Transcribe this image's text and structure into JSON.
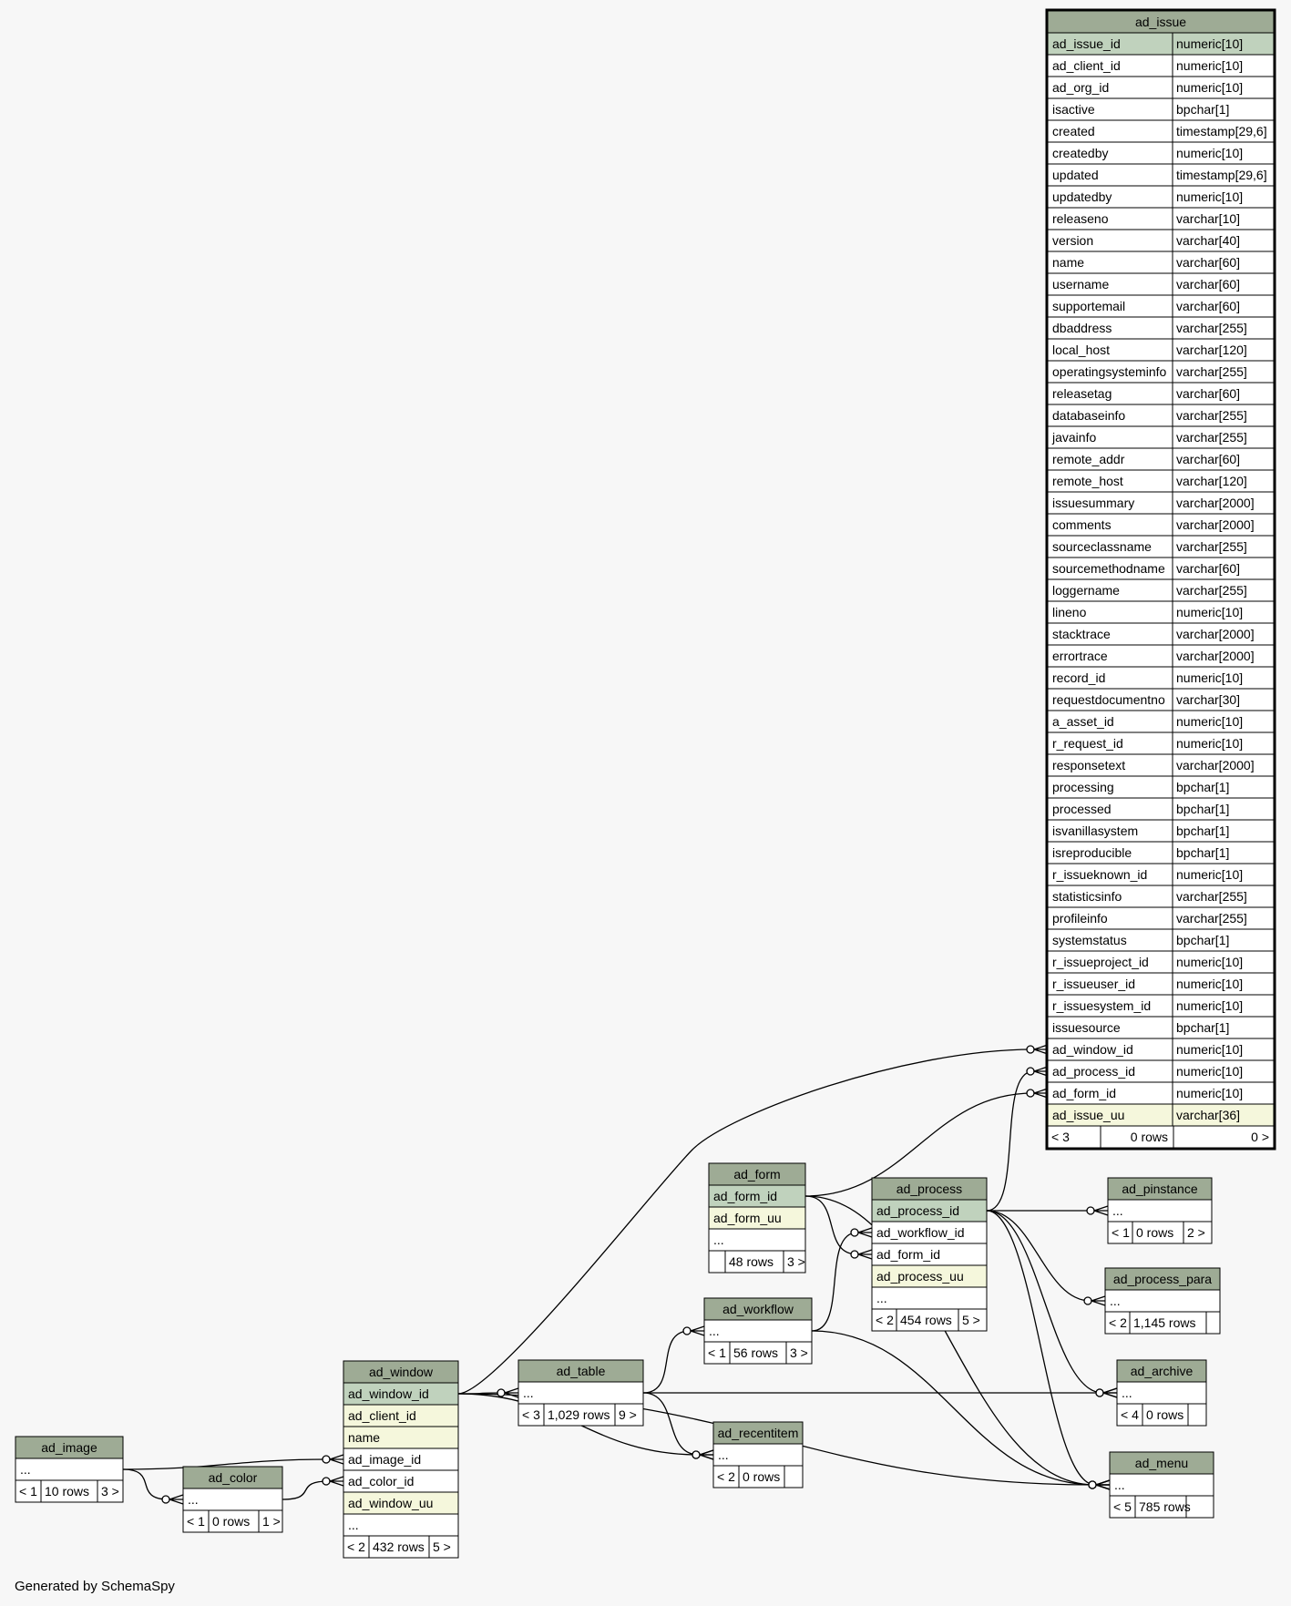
{
  "footer": "Generated by SchemaSpy",
  "colors": {
    "header": "#9eab95",
    "pk": "#c0d2bd",
    "uu": "#f5f7dc",
    "row": "#ffffff",
    "border": "#000000",
    "background": "#f7f7f7"
  },
  "tables": {
    "ad_issue": {
      "name": "ad_issue",
      "columns": [
        {
          "name": "ad_issue_id",
          "type": "numeric[10]",
          "kind": "pk"
        },
        {
          "name": "ad_client_id",
          "type": "numeric[10]"
        },
        {
          "name": "ad_org_id",
          "type": "numeric[10]"
        },
        {
          "name": "isactive",
          "type": "bpchar[1]"
        },
        {
          "name": "created",
          "type": "timestamp[29,6]"
        },
        {
          "name": "createdby",
          "type": "numeric[10]"
        },
        {
          "name": "updated",
          "type": "timestamp[29,6]"
        },
        {
          "name": "updatedby",
          "type": "numeric[10]"
        },
        {
          "name": "releaseno",
          "type": "varchar[10]"
        },
        {
          "name": "version",
          "type": "varchar[40]"
        },
        {
          "name": "name",
          "type": "varchar[60]"
        },
        {
          "name": "username",
          "type": "varchar[60]"
        },
        {
          "name": "supportemail",
          "type": "varchar[60]"
        },
        {
          "name": "dbaddress",
          "type": "varchar[255]"
        },
        {
          "name": "local_host",
          "type": "varchar[120]"
        },
        {
          "name": "operatingsysteminfo",
          "type": "varchar[255]"
        },
        {
          "name": "releasetag",
          "type": "varchar[60]"
        },
        {
          "name": "databaseinfo",
          "type": "varchar[255]"
        },
        {
          "name": "javainfo",
          "type": "varchar[255]"
        },
        {
          "name": "remote_addr",
          "type": "varchar[60]"
        },
        {
          "name": "remote_host",
          "type": "varchar[120]"
        },
        {
          "name": "issuesummary",
          "type": "varchar[2000]"
        },
        {
          "name": "comments",
          "type": "varchar[2000]"
        },
        {
          "name": "sourceclassname",
          "type": "varchar[255]"
        },
        {
          "name": "sourcemethodname",
          "type": "varchar[60]"
        },
        {
          "name": "loggername",
          "type": "varchar[255]"
        },
        {
          "name": "lineno",
          "type": "numeric[10]"
        },
        {
          "name": "stacktrace",
          "type": "varchar[2000]"
        },
        {
          "name": "errortrace",
          "type": "varchar[2000]"
        },
        {
          "name": "record_id",
          "type": "numeric[10]"
        },
        {
          "name": "requestdocumentno",
          "type": "varchar[30]"
        },
        {
          "name": "a_asset_id",
          "type": "numeric[10]"
        },
        {
          "name": "r_request_id",
          "type": "numeric[10]"
        },
        {
          "name": "responsetext",
          "type": "varchar[2000]"
        },
        {
          "name": "processing",
          "type": "bpchar[1]"
        },
        {
          "name": "processed",
          "type": "bpchar[1]"
        },
        {
          "name": "isvanillasystem",
          "type": "bpchar[1]"
        },
        {
          "name": "isreproducible",
          "type": "bpchar[1]"
        },
        {
          "name": "r_issueknown_id",
          "type": "numeric[10]"
        },
        {
          "name": "statisticsinfo",
          "type": "varchar[255]"
        },
        {
          "name": "profileinfo",
          "type": "varchar[255]"
        },
        {
          "name": "systemstatus",
          "type": "bpchar[1]"
        },
        {
          "name": "r_issueproject_id",
          "type": "numeric[10]"
        },
        {
          "name": "r_issueuser_id",
          "type": "numeric[10]"
        },
        {
          "name": "r_issuesystem_id",
          "type": "numeric[10]"
        },
        {
          "name": "issuesource",
          "type": "bpchar[1]"
        },
        {
          "name": "ad_window_id",
          "type": "numeric[10]"
        },
        {
          "name": "ad_process_id",
          "type": "numeric[10]"
        },
        {
          "name": "ad_form_id",
          "type": "numeric[10]"
        },
        {
          "name": "ad_issue_uu",
          "type": "varchar[36]",
          "kind": "uu"
        }
      ],
      "footer": [
        "< 3",
        "0 rows",
        "0 >"
      ]
    },
    "ad_form": {
      "name": "ad_form",
      "columns": [
        {
          "name": "ad_form_id",
          "kind": "pk"
        },
        {
          "name": "ad_form_uu",
          "kind": "uu"
        },
        {
          "name": "..."
        }
      ],
      "footer": [
        "",
        "48 rows",
        "3 >"
      ]
    },
    "ad_process": {
      "name": "ad_process",
      "columns": [
        {
          "name": "ad_process_id",
          "kind": "pk"
        },
        {
          "name": "ad_workflow_id"
        },
        {
          "name": "ad_form_id"
        },
        {
          "name": "ad_process_uu",
          "kind": "uu"
        },
        {
          "name": "..."
        }
      ],
      "footer": [
        "< 2",
        "454 rows",
        "5 >"
      ]
    },
    "ad_pinstance": {
      "name": "ad_pinstance",
      "columns": [
        {
          "name": "..."
        }
      ],
      "footer": [
        "< 1",
        "0 rows",
        "2 >"
      ]
    },
    "ad_process_para": {
      "name": "ad_process_para",
      "columns": [
        {
          "name": "..."
        }
      ],
      "footer": [
        "< 2",
        "1,145 rows",
        ""
      ]
    },
    "ad_workflow": {
      "name": "ad_workflow",
      "columns": [
        {
          "name": "..."
        }
      ],
      "footer": [
        "< 1",
        "56 rows",
        "3 >"
      ]
    },
    "ad_archive": {
      "name": "ad_archive",
      "columns": [
        {
          "name": "..."
        }
      ],
      "footer": [
        "< 4",
        "0 rows",
        ""
      ]
    },
    "ad_table": {
      "name": "ad_table",
      "columns": [
        {
          "name": "..."
        }
      ],
      "footer": [
        "< 3",
        "1,029 rows",
        "9 >"
      ]
    },
    "ad_recentitem": {
      "name": "ad_recentitem",
      "columns": [
        {
          "name": "..."
        }
      ],
      "footer": [
        "< 2",
        "0 rows",
        ""
      ]
    },
    "ad_menu": {
      "name": "ad_menu",
      "columns": [
        {
          "name": "..."
        }
      ],
      "footer": [
        "< 5",
        "785 rows",
        ""
      ]
    },
    "ad_window": {
      "name": "ad_window",
      "columns": [
        {
          "name": "ad_window_id",
          "kind": "pk"
        },
        {
          "name": "ad_client_id",
          "kind": "uu"
        },
        {
          "name": "name",
          "kind": "uu"
        },
        {
          "name": "ad_image_id"
        },
        {
          "name": "ad_color_id"
        },
        {
          "name": "ad_window_uu",
          "kind": "uu"
        },
        {
          "name": "..."
        }
      ],
      "footer": [
        "< 2",
        "432 rows",
        "5 >"
      ]
    },
    "ad_image": {
      "name": "ad_image",
      "columns": [
        {
          "name": "..."
        }
      ],
      "footer": [
        "< 1",
        "10 rows",
        "3 >"
      ]
    },
    "ad_color": {
      "name": "ad_color",
      "columns": [
        {
          "name": "..."
        }
      ],
      "footer": [
        "< 1",
        "0 rows",
        "1 >"
      ]
    }
  }
}
